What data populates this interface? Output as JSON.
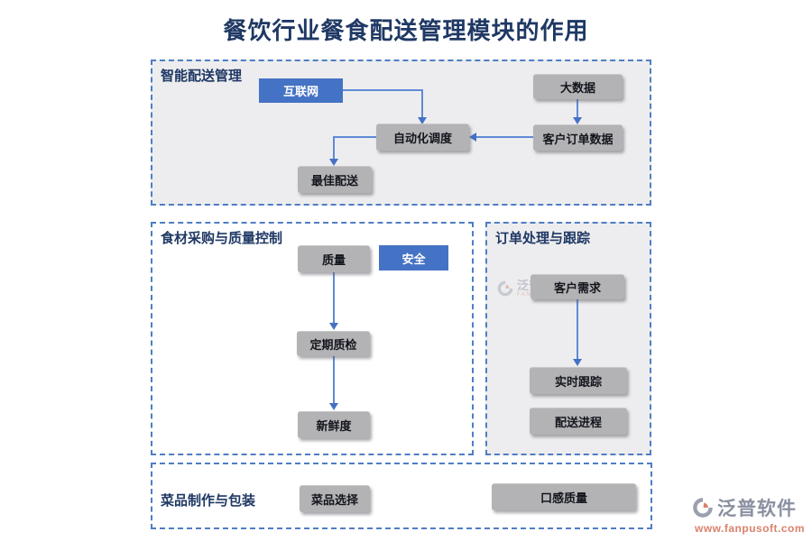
{
  "title": "餐饮行业餐食配送管理模块的作用",
  "sections": {
    "smart_delivery": {
      "label": "智能配送管理"
    },
    "procurement": {
      "label": "食材采购与质量控制"
    },
    "order_tracking": {
      "label": "订单处理与跟踪"
    },
    "packaging": {
      "label": "菜品制作与包装"
    }
  },
  "nodes": {
    "internet": "互联网",
    "big_data": "大数据",
    "auto_dispatch": "自动化调度",
    "customer_order_data": "客户订单数据",
    "best_delivery": "最佳配送",
    "quality": "质量",
    "safety": "安全",
    "periodic_inspection": "定期质检",
    "freshness": "新鲜度",
    "customer_demand": "客户需求",
    "realtime_tracking": "实时跟踪",
    "delivery_progress": "配送进程",
    "dish_selection": "菜品选择",
    "taste_quality": "口感质量"
  },
  "edges": [
    {
      "from": "互联网",
      "to": "自动化调度"
    },
    {
      "from": "大数据",
      "to": "客户订单数据"
    },
    {
      "from": "客户订单数据",
      "to": "自动化调度"
    },
    {
      "from": "自动化调度",
      "to": "最佳配送"
    },
    {
      "from": "质量",
      "to": "定期质检"
    },
    {
      "from": "定期质检",
      "to": "新鲜度"
    },
    {
      "from": "客户需求",
      "to": "实时跟踪"
    }
  ],
  "watermark": {
    "brand": "泛普软件",
    "caption": "FANPU SOFTWARE"
  },
  "logo": {
    "brand": "泛普软件",
    "url": "www.fanpusoft.com"
  },
  "colors": {
    "accent_blue": "#4472C4",
    "node_gray": "#B3B3B5",
    "panel_fill": "#EDEDEF",
    "title_navy": "#1F3864",
    "brand_salmon": "#D9826B"
  }
}
